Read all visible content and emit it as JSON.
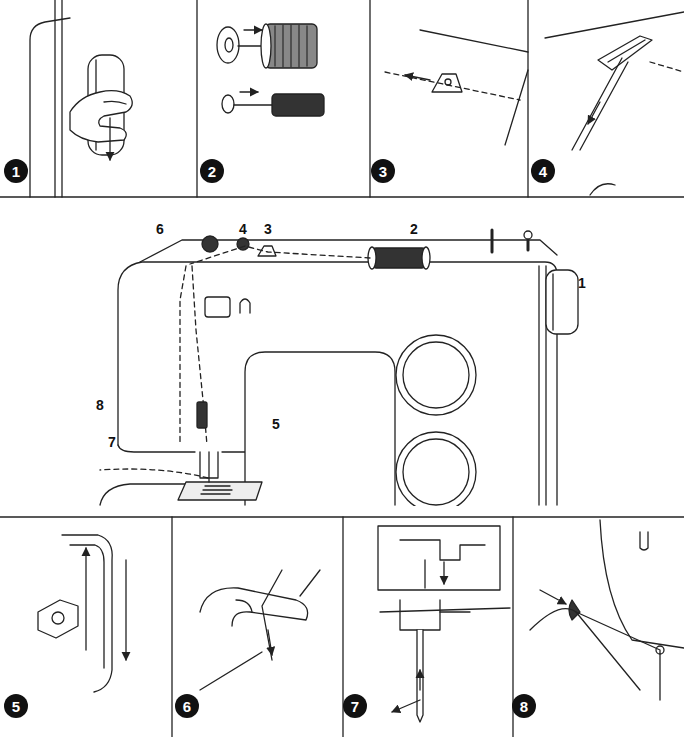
{
  "diagram": {
    "nodes": [
      {
        "text": [
          "1"
        ]
      },
      {
        "text": [
          "2"
        ]
      },
      {
        "text": [
          "3"
        ]
      },
      {
        "text": [
          "4"
        ]
      },
      {
        "text": [
          "5"
        ]
      },
      {
        "text": [
          "6"
        ]
      },
      {
        "text": [
          "7"
        ]
      },
      {
        "text": [
          "8"
        ]
      }
    ],
    "labels": [
      "6",
      "4",
      "3",
      "2",
      "1",
      "8",
      "5",
      "7"
    ]
  }
}
